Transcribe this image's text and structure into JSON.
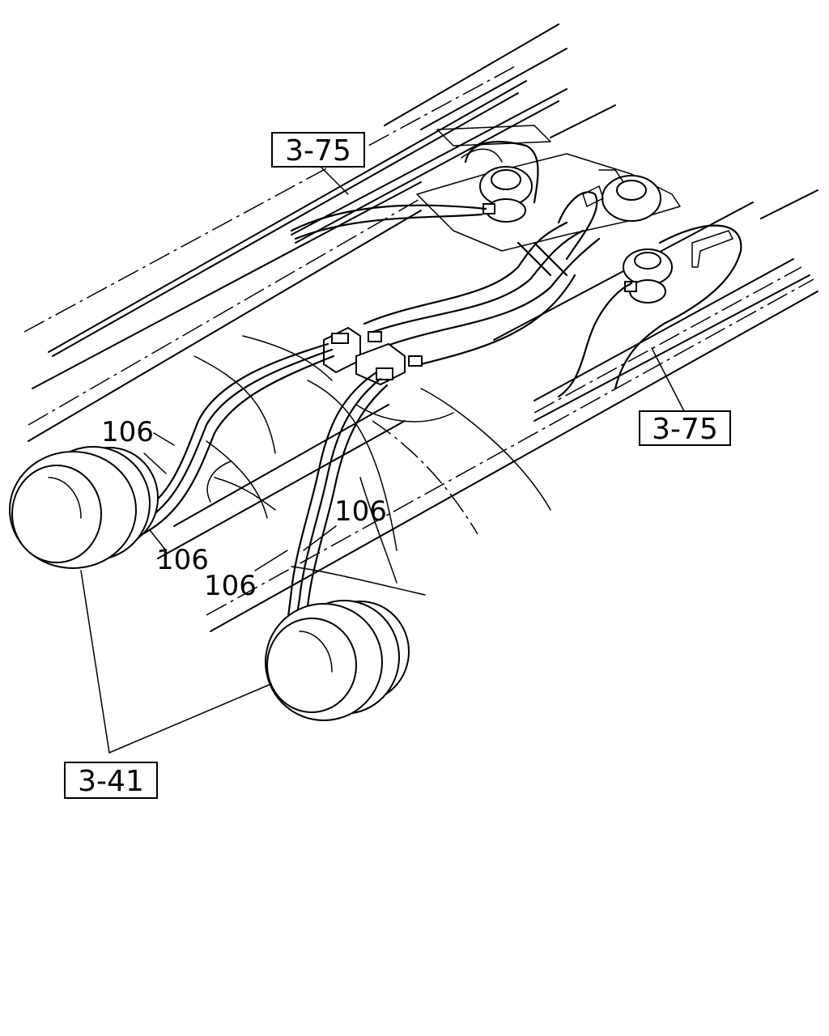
{
  "labels": {
    "ref_top": "3-75",
    "ref_right": "3-75",
    "ref_bottom": "3-41",
    "part_a": "106",
    "part_b": "106",
    "part_c": "106",
    "part_d": "106"
  }
}
